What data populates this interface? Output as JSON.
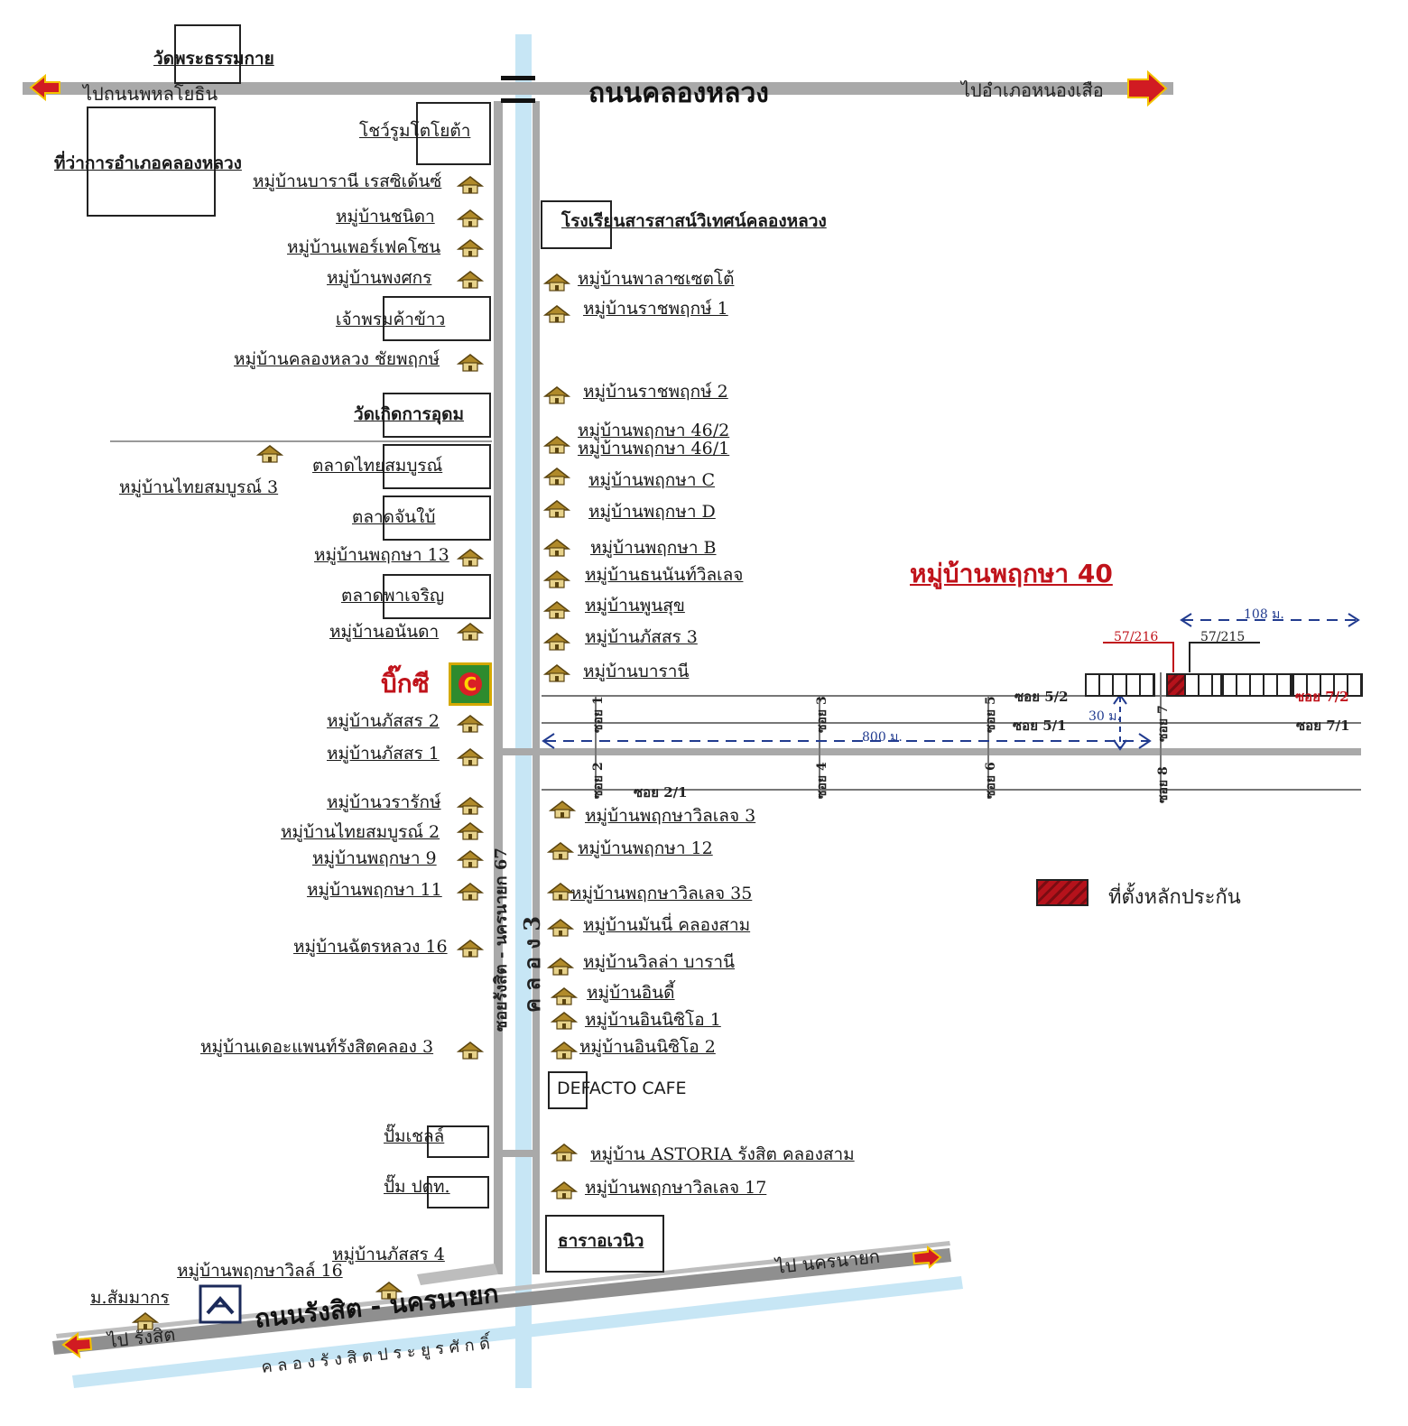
{
  "roads": {
    "top_road": "ถนนคลองหลวง",
    "to_west_top": "ไปถนนพหลโยธิน",
    "to_east_top": "ไปอำเภอหนองเสือ",
    "bottom_road": "ถนนรังสิต - นครนายก",
    "to_rangsit": "ไป รังสิต",
    "to_nakhon_nayok": "ไป นครนายก",
    "canal_bottom": "ค ล อ ง รั ง สิ ต ป ร ะ ยู ร ศั ก ดิ์",
    "canal_vertical": "ค ล อ ง 3",
    "soi_vertical": "ซอยรังสิต - นครนายก 67"
  },
  "west_labels": [
    "วัดพระธรรมกาย",
    "ที่ว่าการอำเภอคลองหลวง",
    "โชว์รูมโตโยต้า",
    "หมู่บ้านบารานี เรสซิเด้นซ์",
    "หมู่บ้านชนิดา",
    "หมู่บ้านเพอร์เฟคโซน",
    "หมู่บ้านพงศกร",
    "เจ้าพรมค้าข้าว",
    "หมู่บ้านคลองหลวง ชัยพฤกษ์",
    "วัดเกิดการอุดม",
    "ตลาดไทยสมบูรณ์",
    "หมู่บ้านไทยสมบูรณ์ 3",
    "ตลาดจันใบ้",
    "หมู่บ้านพฤกษา 13",
    "ตลาดพาเจริญ",
    "หมู่บ้านอนันดา",
    "บิ๊กซี",
    "หมู่บ้านภัสสร 2",
    "หมู่บ้านภัสสร 1",
    "หมู่บ้านวรารักษ์",
    "หมู่บ้านไทยสมบูรณ์ 2",
    "หมู่บ้านพฤกษา 9",
    "หมู่บ้านพฤกษา 11",
    "หมู่บ้านฉัตรหลวง 16",
    "หมู่บ้านเดอะแพนท์รังสิตคลอง 3",
    "ปั๊มเชลล์",
    "ปั๊ม ปตท.",
    "หมู่บ้านภัสสร 4",
    "หมู่บ้านพฤกษาวิลล์ 16",
    "ม.สัมมากร"
  ],
  "east_labels": [
    "โรงเรียนสารสาสน์วิเทศน์คลองหลวง",
    "หมู่บ้านพาลาซเซตโต้",
    "หมู่บ้านราชพฤกษ์ 1",
    "หมู่บ้านราชพฤกษ์ 2",
    "หมู่บ้านพฤกษา 46/2",
    "หมู่บ้านพฤกษา 46/1",
    "หมู่บ้านพฤกษา C",
    "หมู่บ้านพฤกษา D",
    "หมู่บ้านพฤกษา B",
    "หมู่บ้านธนนันท์วิลเลจ",
    "หมู่บ้านพูนสุข",
    "หมู่บ้านภัสสร 3",
    "หมู่บ้านบารานี",
    "หมู่บ้านพฤกษาวิลเลจ 3",
    "หมู่บ้านพฤกษา 12",
    "หมู่บ้านพฤกษาวิลเลจ 35",
    "หมู่บ้านมันนี่ คลองสาม",
    "หมู่บ้านวิลล่า บารานี",
    "หมู่บ้านอินดี้",
    "หมู่บ้านอินนิซิโอ 1",
    "หมู่บ้านอินนิซิโอ 2",
    "DEFACTO CAFE",
    "หมู่บ้าน ASTORIA รังสิต คลองสาม",
    "หมู่บ้านพฤกษาวิลเลจ 17",
    "ธาราอเวนิว"
  ],
  "detail": {
    "title": "หมู่บ้านพฤกษา 40",
    "distance_width": "108 ม.",
    "plot_target": "57/216",
    "plot_neighbor": "57/215",
    "soi_5_2": "ซอย 5/2",
    "soi_5_1": "ซอย 5/1",
    "soi_7_2": "ซอย 7/2",
    "soi_7_1": "ซอย 7/1",
    "soi_2_1": "ซอย 2/1",
    "soi_1": "ซอย 1",
    "soi_2": "ซอย 2",
    "soi_3": "ซอย 3",
    "soi_4": "ซอย 4",
    "soi_5": "ซอย 5",
    "soi_6": "ซอย 6",
    "soi_7": "ซอย 7",
    "soi_8": "ซอย 8",
    "distance_800": "800 ม.",
    "distance_30": "30 ม."
  },
  "legend": {
    "collateral": "ที่ตั้งหลักประกัน"
  },
  "colors": {
    "road": "#a9a9a9",
    "canal": "#c7e6f5",
    "accent_red": "#c0131b",
    "house_roof": "#b08a2a",
    "dash_blue": "#213b8f"
  }
}
